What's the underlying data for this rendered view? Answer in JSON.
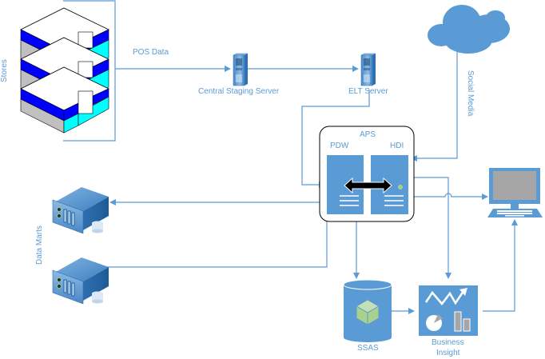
{
  "title": "Retail Analytics Data Flow",
  "colors": {
    "line": "#5b9bd5",
    "node_fill": "#5b9bd5",
    "label": "#5b9bd5",
    "store_blue": "#0000ff",
    "store_cyan": "#00ffff",
    "store_gray": "#c0c0c0",
    "monitor_screen": "#a6a6a6",
    "ssas_cube": "#a9d18e",
    "status_led": "#a9d18e"
  },
  "nodes": {
    "stores": {
      "label": "Stores",
      "icon": "store-building-icon",
      "count": 3
    },
    "central_staging": {
      "label": "Central Staging Server",
      "icon": "tower-server-icon"
    },
    "elt_server": {
      "label": "ELT Server",
      "icon": "tower-server-icon"
    },
    "social_media": {
      "label": "Social Media",
      "icon": "cloud-icon"
    },
    "aps": {
      "label": "APS",
      "pdw_label": "PDW",
      "hdi_label": "HDI",
      "icon": "appliance-icon"
    },
    "data_marts": {
      "label": "Data Marts",
      "icon": "rack-server-icon",
      "count": 2
    },
    "ssas": {
      "label": "SSAS",
      "icon": "database-cube-icon"
    },
    "business_insight": {
      "label_line1": "Business",
      "label_line2": "Insight",
      "icon": "analytics-dashboard-icon"
    },
    "client": {
      "label": "",
      "icon": "desktop-computer-icon"
    }
  },
  "edges": [
    {
      "from": "stores",
      "to": "central_staging",
      "label": "POS Data"
    },
    {
      "from": "central_staging",
      "to": "elt_server",
      "label": ""
    },
    {
      "from": "elt_server",
      "to": "aps.pdw",
      "label": ""
    },
    {
      "from": "social_media",
      "to": "aps.hdi",
      "label": ""
    },
    {
      "from": "aps.pdw",
      "to": "aps.hdi",
      "label": "",
      "bidirectional": true
    },
    {
      "from": "aps",
      "to": "data_marts.0",
      "label": ""
    },
    {
      "from": "aps",
      "to": "data_marts.1",
      "label": ""
    },
    {
      "from": "aps",
      "to": "ssas",
      "label": ""
    },
    {
      "from": "aps.hdi",
      "to": "business_insight",
      "label": ""
    },
    {
      "from": "aps.hdi",
      "to": "client",
      "label": ""
    },
    {
      "from": "ssas",
      "to": "business_insight",
      "label": ""
    },
    {
      "from": "business_insight",
      "to": "client",
      "label": ""
    }
  ]
}
